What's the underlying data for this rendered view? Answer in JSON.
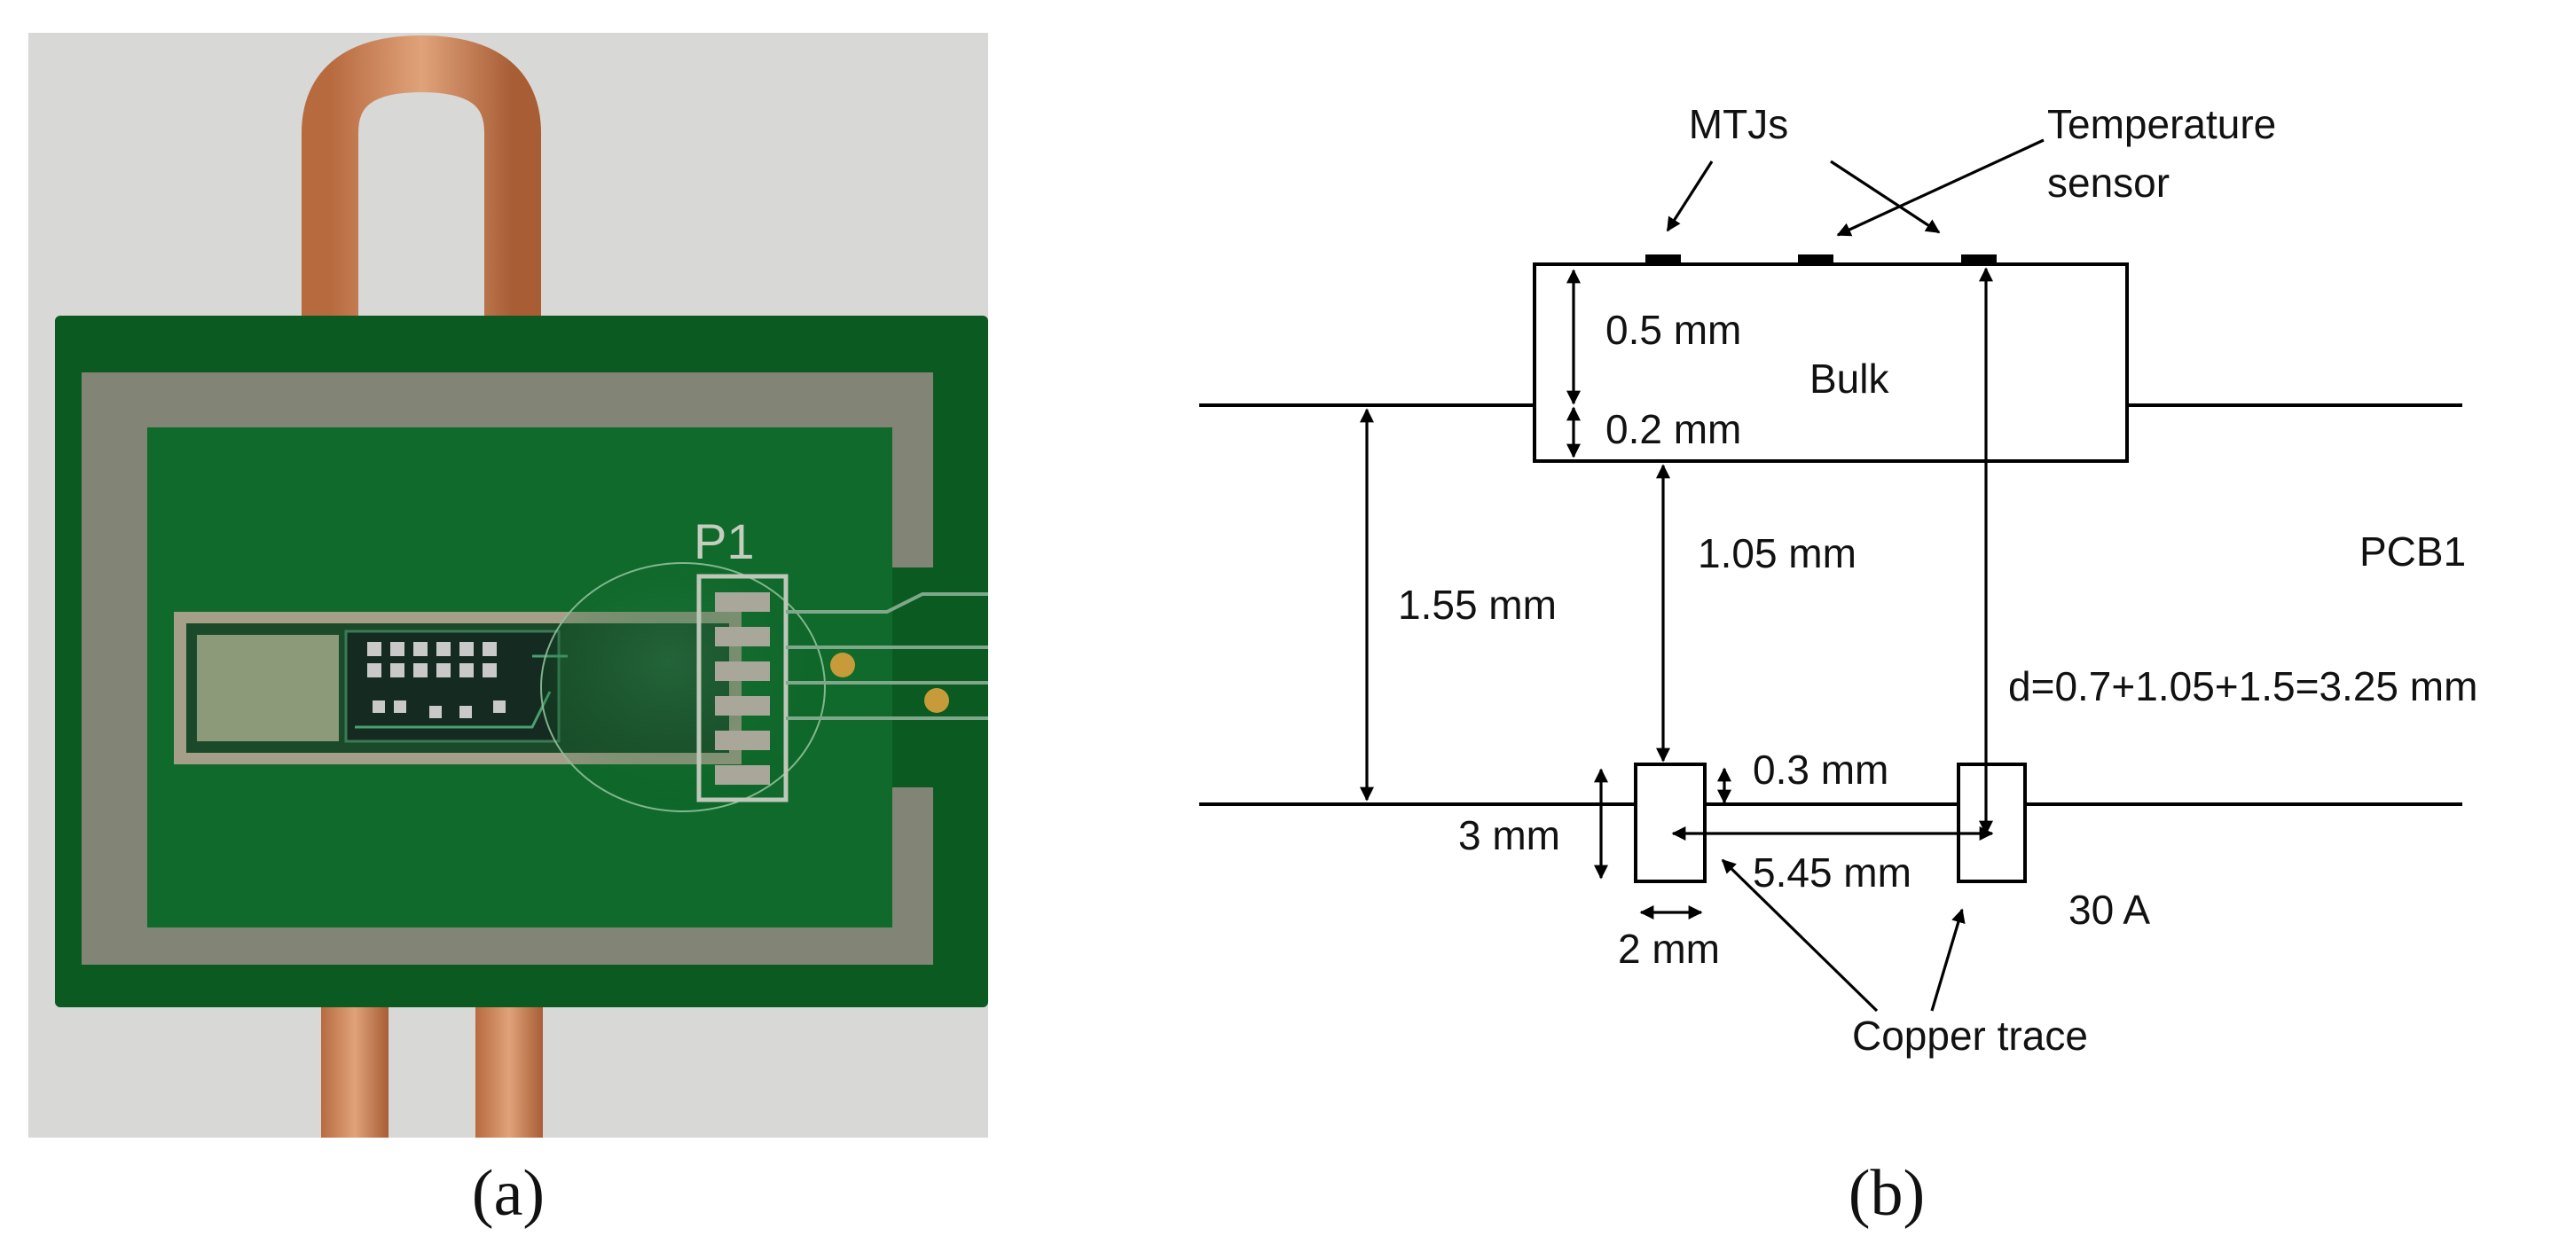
{
  "figure": {
    "panel_a": {
      "caption": "(a)",
      "silkscreen": "P1",
      "colors": {
        "background": "#d8d8d6",
        "pcb": "#0b5a22",
        "copper": "#c77a4e",
        "trace": "#8f8a80"
      }
    },
    "panel_b": {
      "caption": "(b)",
      "labels": {
        "mtjs": "MTJs",
        "temp_sensor_line1": "Temperature",
        "temp_sensor_line2": "sensor",
        "bulk": "Bulk",
        "bulk_thickness": "0.5 mm",
        "gap": "0.2 mm",
        "pcb_thickness": "1.55 mm",
        "chip_to_trace": "1.05 mm",
        "pcb_name": "PCB1",
        "distance_formula": "d=0.7+1.05+1.5=3.25 mm",
        "trace_gap": "0.3 mm",
        "trace_height": "3 mm",
        "trace_spacing": "5.45 mm",
        "trace_width": "2 mm",
        "current": "30 A",
        "copper_trace": "Copper trace"
      }
    }
  }
}
